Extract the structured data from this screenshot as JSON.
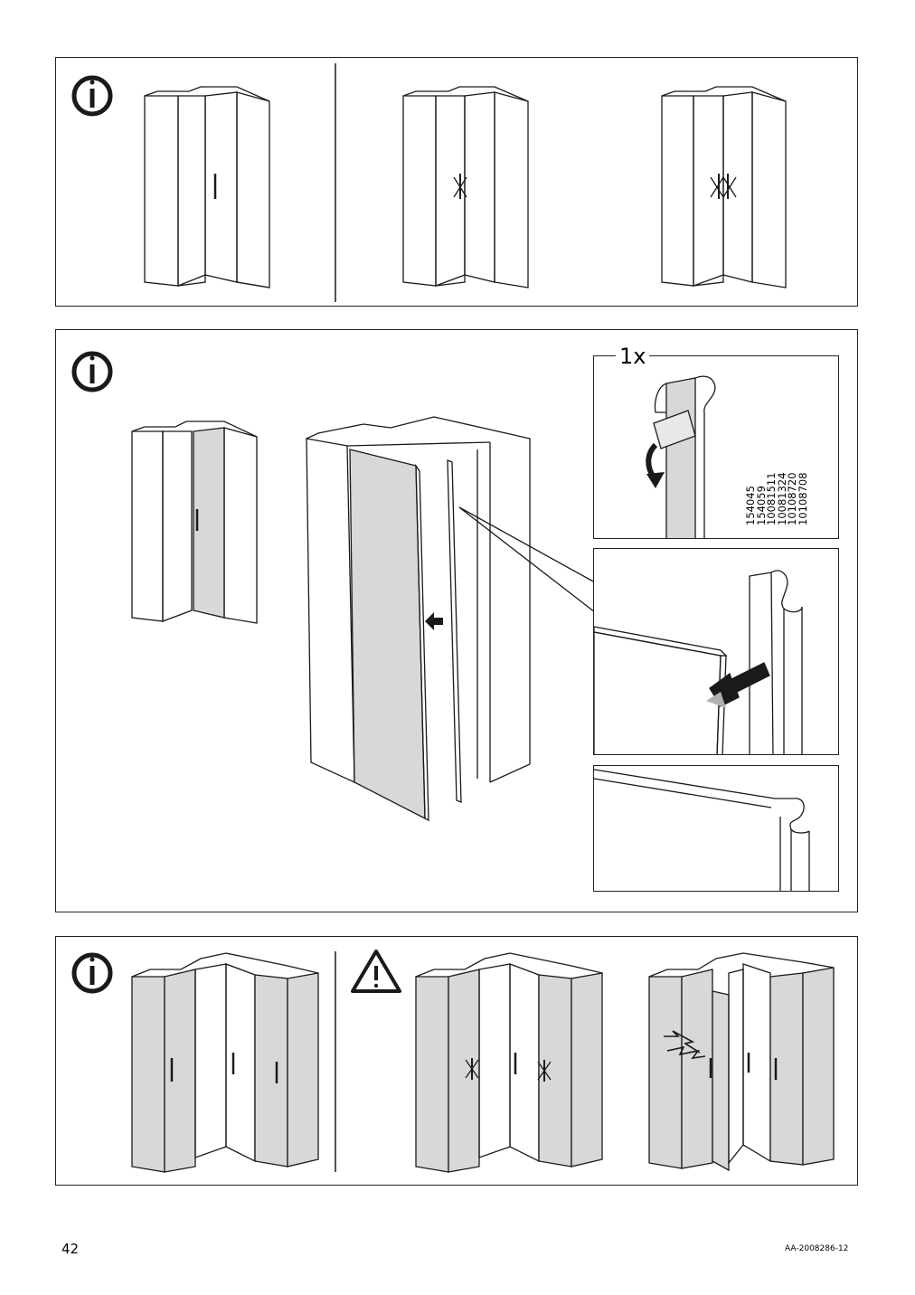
{
  "page": {
    "number": "42",
    "doc_code": "AA-2008286-12"
  },
  "panel_1": {
    "icon": "info-icon",
    "illustrations": [
      "corner-wardrobe-single-door-handle",
      "corner-wardrobe-no-handle",
      "corner-wardrobe-no-double-handle"
    ]
  },
  "panel_2": {
    "icon": "info-icon",
    "detail_quantity": "1x",
    "part_codes": [
      "154045",
      "154059",
      "10081511",
      "10081324",
      "10108720",
      "10108708"
    ],
    "illustrations": [
      "wardrobe-with-shaded-door",
      "attach-edge-strip-to-door",
      "peel-strip-detail",
      "insert-door-into-strip-detail",
      "finished-strip-detail"
    ]
  },
  "panel_3": {
    "icons": [
      "info-icon",
      "warning-icon"
    ],
    "illustrations": [
      "corner-wardrobe-three-doors",
      "corner-wardrobe-crossed-handles",
      "corner-wardrobe-door-collision"
    ]
  },
  "colors": {
    "door_fill": "#d8d8d8",
    "line": "#1a1a1a"
  }
}
